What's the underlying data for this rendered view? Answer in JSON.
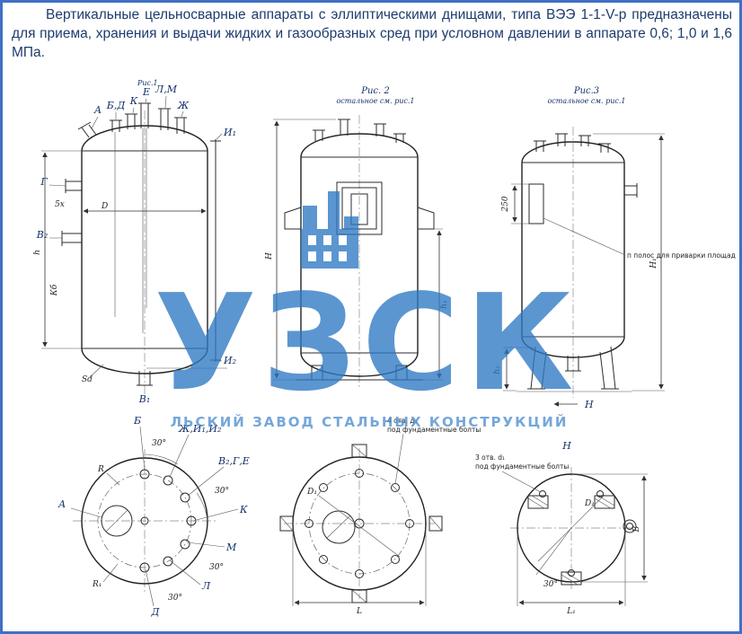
{
  "intro": {
    "text": "Вертикальные цельносварные аппараты с эллиптическими днищами, типа ВЭЭ 1-1-V-р предназначены для приема, хранения и выдачи жидких и газообразных сред при условном давлении в аппарате 0,6; 1,0 и 1,6 МПа."
  },
  "watermark": {
    "title": "УЗСК",
    "subtitle": "ЛЬСКИЙ ЗАВОД СТАЛЬНЫХ КОНСТРУКЦИЙ"
  },
  "fig1": {
    "caption": "Рис.1",
    "labels": {
      "a": "А",
      "bd": "Б,Д",
      "k": "К",
      "e": "Е",
      "lm": "Л,М",
      "zh": "Ж",
      "i1": "И₁",
      "i2": "И₂",
      "g": "Г",
      "v2": "В₂",
      "v1": "В₁",
      "x5": "5х"
    },
    "dims": {
      "h": "h",
      "d": "D",
      "sd": "Sd",
      "k6": "Кб"
    }
  },
  "fig2": {
    "caption": "Рис. 2",
    "subcaption": "остальное см. рис.1",
    "dims": {
      "H": "Н",
      "h1": "h₁"
    }
  },
  "fig3": {
    "caption": "Рис.3",
    "subcaption": "остальное см. рис.1",
    "note": "п полос для приварки площад",
    "dims": {
      "d250": "250",
      "H1": "Н₁",
      "h2": "h₂",
      "view": "Н"
    }
  },
  "plan1": {
    "labels": {
      "b": "Б",
      "zhi": "Ж,И₁,И₂",
      "v2ge": "В₂,Г,Е",
      "k": "К",
      "m": "М",
      "l": "Л",
      "d": "Д",
      "a": "А"
    },
    "dims": {
      "r": "R",
      "r1": "R₁",
      "deg30": "30°"
    }
  },
  "plan2": {
    "note1": "4 отв. д₁",
    "note2": "под фундаментные болты",
    "dims": {
      "d1": "D₁",
      "L": "L"
    }
  },
  "plan3": {
    "title": "Н",
    "note1": "3 отв. d₁",
    "note2": "под фундаментные болты",
    "dims": {
      "d1": "D₁",
      "b": "В",
      "l1": "L₁",
      "deg30": "30°"
    }
  }
}
